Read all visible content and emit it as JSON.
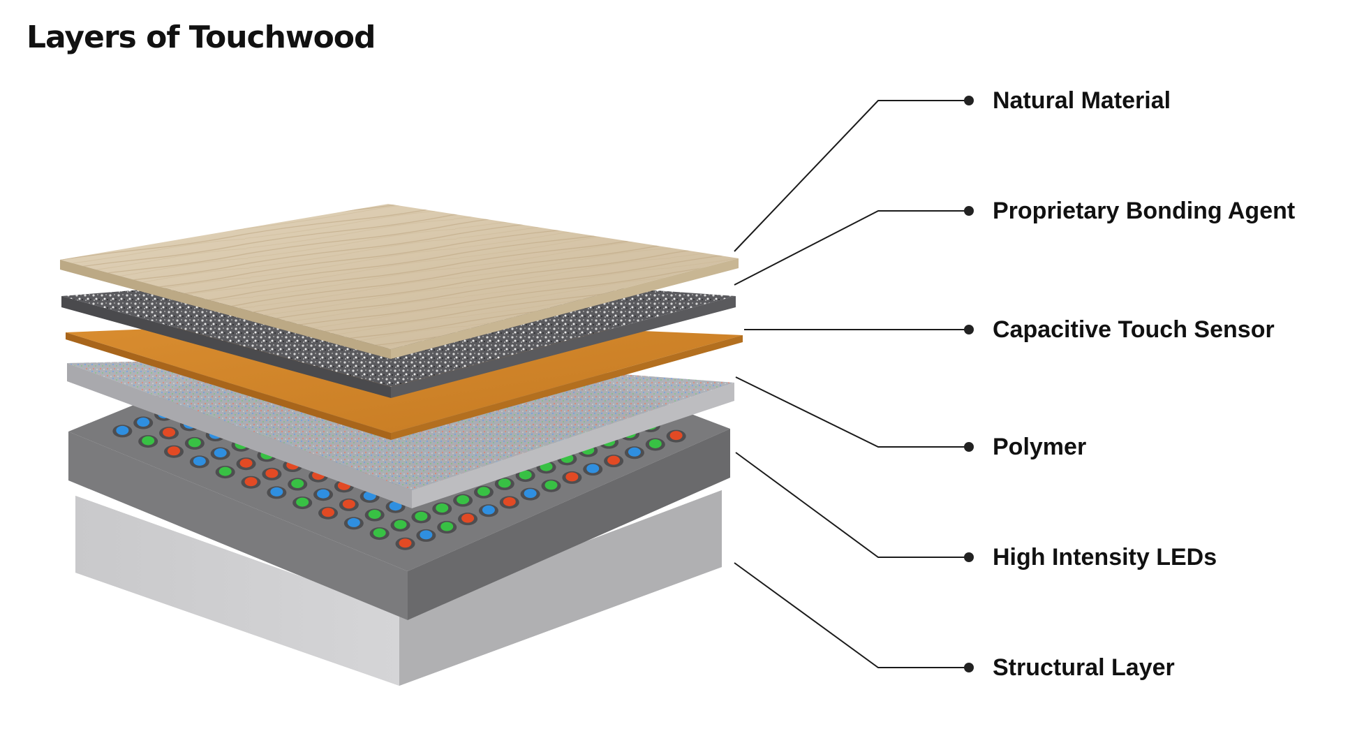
{
  "title": "Layers of Touchwood",
  "layers": [
    {
      "label": "Natural Material",
      "color": "#d8c8ad"
    },
    {
      "label": "Proprietary Bonding Agent",
      "color": "#6e6e72"
    },
    {
      "label": "Capacitive Touch Sensor",
      "color": "#d0852b"
    },
    {
      "label": "Polymer",
      "color": "#c9c9cc"
    },
    {
      "label": "High Intensity LEDs",
      "color": "#757575"
    },
    {
      "label": "Structural Layer",
      "color": "#c4c4c6"
    }
  ],
  "led_colors": [
    "#2f8fe0",
    "#38c144",
    "#e24a24"
  ]
}
